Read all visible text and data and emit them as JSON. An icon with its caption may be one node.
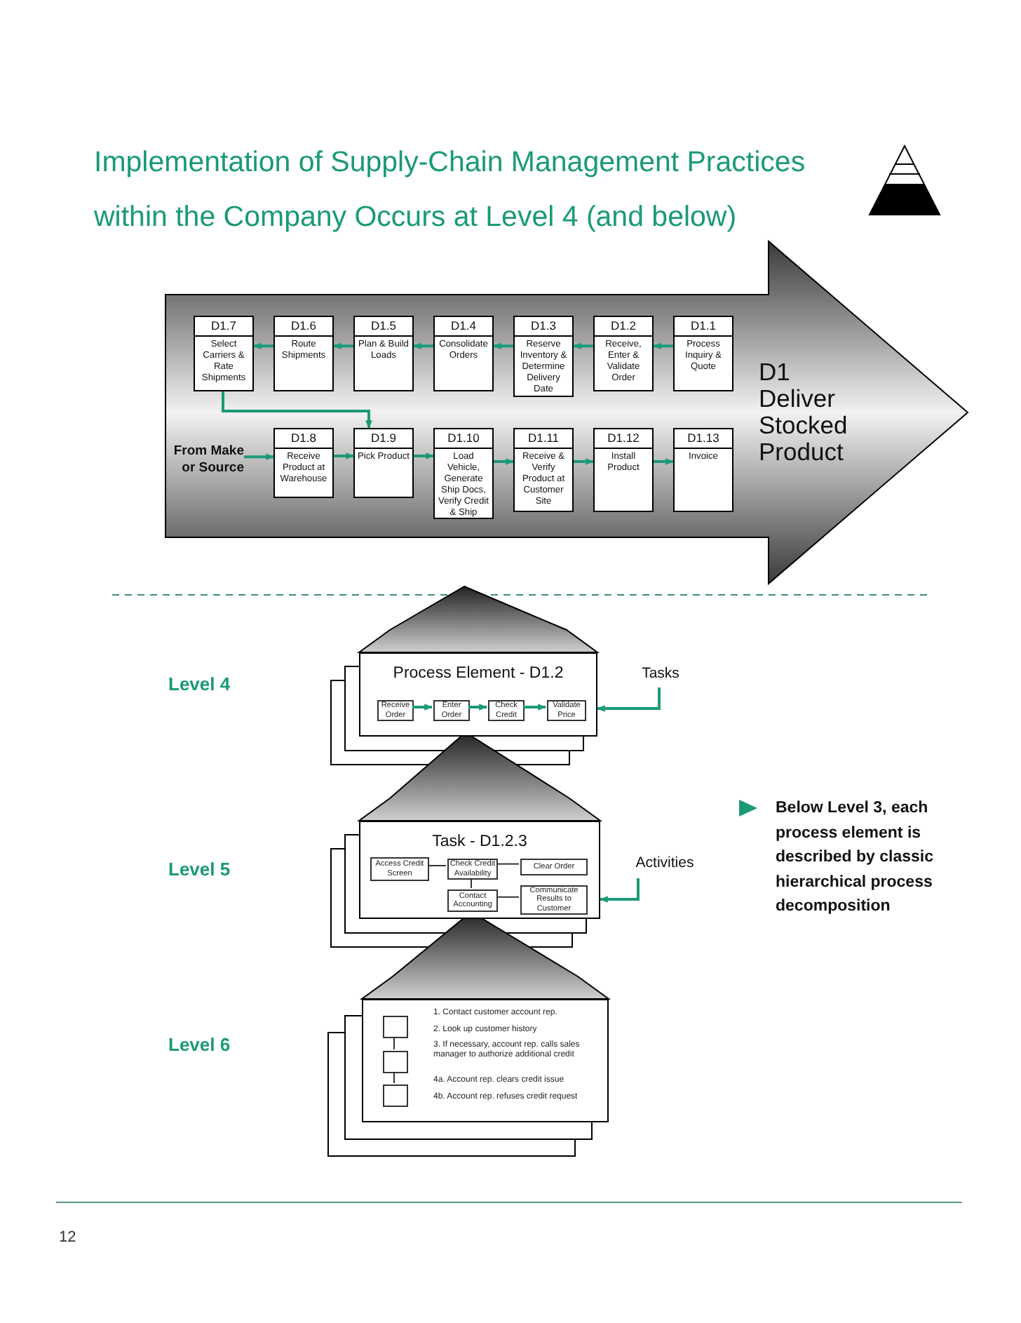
{
  "diagram": {
    "title": "Implementation of Supply-Chain Management Practices within the Company Occurs at Level 4 (and below)",
    "nodes": [
      {
        "text": [
          "D1 Deliver Stocked Product"
        ]
      },
      {
        "text": [
          "D1.7",
          "Select Carriers & Rate Shipments"
        ],
        "in": 0
      },
      {
        "text": [
          "D1.6",
          "Route Shipments"
        ],
        "in": 0
      },
      {
        "text": [
          "D1.5",
          "Plan & Build Loads"
        ],
        "in": 0
      },
      {
        "text": [
          "D1.4",
          "Consolidate Orders"
        ],
        "in": 0
      },
      {
        "text": [
          "D1.3",
          "Reserve Inventory & Determine Delivery Date"
        ],
        "in": 0
      },
      {
        "text": [
          "D1.2",
          "Receive, Enter & Validate Order"
        ],
        "in": 0
      },
      {
        "text": [
          "D1.1",
          "Process Inquiry & Quote"
        ],
        "in": 0
      },
      {
        "text": [
          "From Make or Source"
        ],
        "in": 0
      },
      {
        "text": [
          "D1.8",
          "Receive Product at Warehouse"
        ],
        "in": 0
      },
      {
        "text": [
          "D1.9",
          "Pick Product"
        ],
        "in": 0
      },
      {
        "text": [
          "D1.10",
          "Load Vehicle, Generate Ship Docs, Verify Credit & Ship"
        ],
        "in": 0
      },
      {
        "text": [
          "D1.11",
          "Receive & Verify Product at Customer Site"
        ],
        "in": 0
      },
      {
        "text": [
          "D1.12",
          "Install Product"
        ],
        "in": 0
      },
      {
        "text": [
          "D1.13",
          "Invoice"
        ],
        "in": 0
      },
      {
        "text": [
          "Process Element - D1.2"
        ]
      },
      {
        "text": [
          "Receive Order"
        ],
        "in": 15
      },
      {
        "text": [
          "Enter Order"
        ],
        "in": 15
      },
      {
        "text": [
          "Check Credit"
        ],
        "in": 15
      },
      {
        "text": [
          "Validate Price"
        ],
        "in": 15
      },
      {
        "text": [
          "Tasks"
        ]
      },
      {
        "text": [
          "Task - D1.2.3"
        ]
      },
      {
        "text": [
          "Access Credit Screen"
        ],
        "in": 21
      },
      {
        "text": [
          "Check Credit Availability"
        ],
        "in": 21
      },
      {
        "text": [
          "Clear Order"
        ],
        "in": 21
      },
      {
        "text": [
          "Contact Accounting"
        ],
        "in": 21
      },
      {
        "text": [
          "Communicate Results to Customer"
        ],
        "in": 21
      },
      {
        "text": [
          "Activities"
        ]
      },
      {
        "text": [
          "1. Contact customer account rep.",
          "2. Look up customer history",
          "3. If necessary, account rep. calls sales manager to authorize additional credit",
          "4a. Account rep. clears credit issue",
          "4b. Account rep. refuses credit request"
        ]
      },
      {
        "text": [],
        "shape": "box",
        "in": 28
      },
      {
        "text": [],
        "shape": "box",
        "in": 28
      },
      {
        "text": [],
        "shape": "box",
        "in": 28
      }
    ],
    "edges": [
      {
        "from": 7,
        "to": 6,
        "arrow": "to"
      },
      {
        "from": 6,
        "to": 5,
        "arrow": "to"
      },
      {
        "from": 5,
        "to": 4,
        "arrow": "to"
      },
      {
        "from": 4,
        "to": 3,
        "arrow": "to"
      },
      {
        "from": 3,
        "to": 2,
        "arrow": "to"
      },
      {
        "from": 2,
        "to": 1,
        "arrow": "to"
      },
      {
        "from": 1,
        "to": 10,
        "arrow": "to"
      },
      {
        "from": 8,
        "to": 9,
        "arrow": "to"
      },
      {
        "from": 9,
        "to": 10,
        "arrow": "to"
      },
      {
        "from": 10,
        "to": 11,
        "arrow": "to"
      },
      {
        "from": 11,
        "to": 12,
        "arrow": "to"
      },
      {
        "from": 12,
        "to": 13,
        "arrow": "to"
      },
      {
        "from": 13,
        "to": 14,
        "arrow": "to"
      },
      {
        "from": 16,
        "to": 17,
        "arrow": "to"
      },
      {
        "from": 17,
        "to": 18,
        "arrow": "to"
      },
      {
        "from": 18,
        "to": 19,
        "arrow": "to"
      },
      {
        "from": 20,
        "to": 15,
        "arrow": "to"
      },
      {
        "from": 22,
        "to": 23,
        "arrow": "none",
        "color": "#333333"
      },
      {
        "from": 23,
        "to": 24,
        "arrow": "none",
        "color": "#333333"
      },
      {
        "from": 23,
        "to": 25,
        "arrow": "none",
        "color": "#333333"
      },
      {
        "from": 25,
        "to": 26,
        "arrow": "none",
        "color": "#333333"
      },
      {
        "from": 27,
        "to": 21,
        "arrow": "to"
      },
      {
        "from": 29,
        "to": 30,
        "arrow": "none",
        "color": "#333333"
      },
      {
        "from": 30,
        "to": 31,
        "arrow": "none",
        "color": "#333333"
      }
    ],
    "labels": [
      "Level 4",
      "Level 5",
      "Level 6",
      "Below Level 3, each process element is described by classic hierarchical process decomposition",
      "12"
    ]
  }
}
